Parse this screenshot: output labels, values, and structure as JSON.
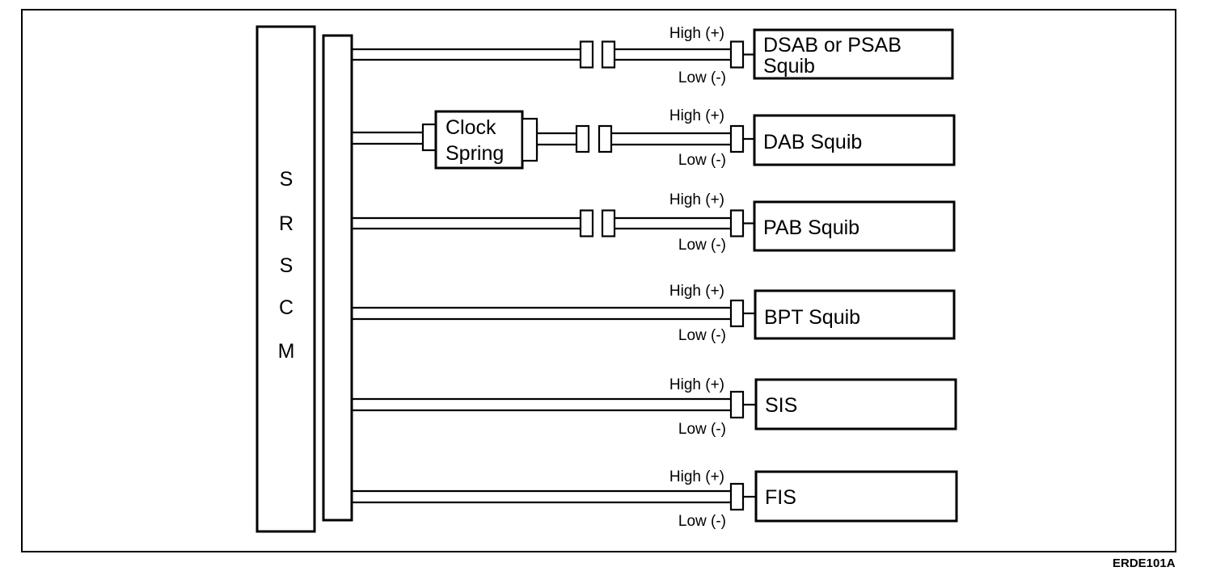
{
  "module": {
    "letters": [
      "S",
      "R",
      "S",
      "C",
      "M"
    ]
  },
  "clock_spring": {
    "line1": "Clock",
    "line2": "Spring"
  },
  "high_label": "High (+)",
  "low_label": "Low (-)",
  "circuits": [
    {
      "id": "dsab",
      "label_line1": "DSAB or PSAB",
      "label_line2": "Squib",
      "route": "connector"
    },
    {
      "id": "dab",
      "label_line1": "DAB Squib",
      "label_line2": "",
      "route": "clock_spring"
    },
    {
      "id": "pab",
      "label_line1": "PAB Squib",
      "label_line2": "",
      "route": "connector"
    },
    {
      "id": "bpt",
      "label_line1": "BPT  Squib",
      "label_line2": "",
      "route": "direct"
    },
    {
      "id": "sis",
      "label_line1": "SIS",
      "label_line2": "",
      "route": "direct"
    },
    {
      "id": "fis",
      "label_line1": "FIS",
      "label_line2": "",
      "route": "direct"
    }
  ],
  "figure_code": "ERDE101A"
}
